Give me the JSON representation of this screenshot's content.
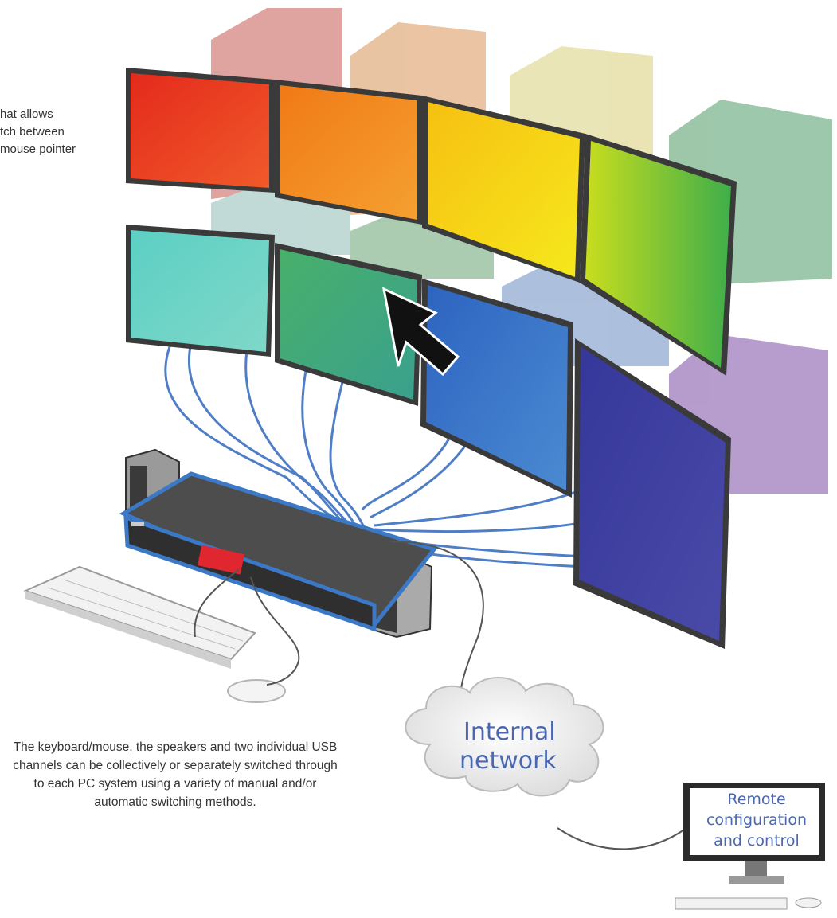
{
  "texts": {
    "top_line1": "hat allows",
    "top_line2": "tch between",
    "top_line3": "mouse pointer",
    "bottom": "The keyboard/mouse, the speakers and two individual USB channels can be collectively or separately switched through to each PC system using a variety of manual and/or automatic switching methods.",
    "network_line1": "Internal",
    "network_line2": "network",
    "remote_line1": "Remote",
    "remote_line2": "configuration",
    "remote_line3": "and control"
  },
  "colors": {
    "cable": "#4f7ec6",
    "screen_red": "#e53a1f",
    "screen_orange": "#f17a1e",
    "screen_yellow": "#f2d515",
    "screen_lime": "#9fcf2a",
    "screen_cyan": "#6ccfc4",
    "screen_green": "#4cae6e",
    "screen_blue": "#3a6fc2",
    "screen_indigo": "#3e3d9c",
    "label_blue": "#4a67b0"
  }
}
